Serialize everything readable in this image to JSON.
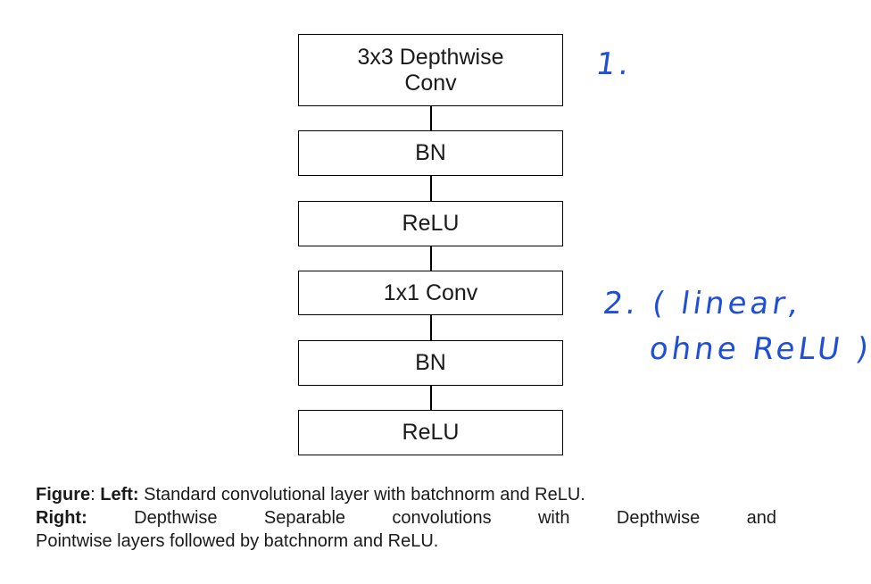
{
  "diagram": {
    "layers": [
      {
        "label": "3x3 Depthwise Conv"
      },
      {
        "label": "BN"
      },
      {
        "label": "ReLU"
      },
      {
        "label": "1x1 Conv"
      },
      {
        "label": "BN"
      },
      {
        "label": "ReLU"
      }
    ],
    "annotations": {
      "first": "1.",
      "second_line1": "2. ( linear,",
      "second_line2": "ohne ReLU )"
    },
    "colors": {
      "annotation": "#1f4fd8",
      "box_border": "#000000"
    }
  },
  "caption": {
    "figure_label": "Figure",
    "sep": ":",
    "left_label": "Left:",
    "left_text": " Standard convolutional layer with batchnorm and ReLU.",
    "right_label": "Right:",
    "right_text_1": " Depthwise Separable convolutions with Depthwise and",
    "right_text_2": "Pointwise layers followed by batchnorm and ReLU."
  }
}
